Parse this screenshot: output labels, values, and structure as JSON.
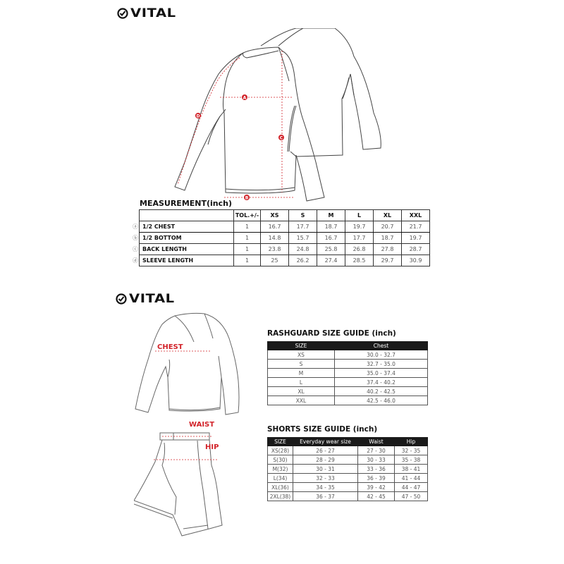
{
  "brand": {
    "name": "VITAL"
  },
  "colors": {
    "accent_red": "#d2232a",
    "header_bg": "#1a1a1a",
    "line": "#333333"
  },
  "diagram_top": {
    "markers": [
      "A",
      "B",
      "C",
      "D"
    ]
  },
  "measurement": {
    "title": "MEASUREMENT(inch)",
    "columns": [
      "",
      "TOL.+/-",
      "XS",
      "S",
      "M",
      "L",
      "XL",
      "XXL"
    ],
    "rows": [
      {
        "marker": "ⓐ",
        "label": "1/2 CHEST",
        "values": [
          "1",
          "16.7",
          "17.7",
          "18.7",
          "19.7",
          "20.7",
          "21.7"
        ]
      },
      {
        "marker": "ⓑ",
        "label": "1/2 BOTTOM",
        "values": [
          "1",
          "14.8",
          "15.7",
          "16.7",
          "17.7",
          "18.7",
          "19.7"
        ]
      },
      {
        "marker": "ⓒ",
        "label": "BACK LENGTH",
        "values": [
          "1",
          "23.8",
          "24.8",
          "25.8",
          "26.8",
          "27.8",
          "28.7"
        ]
      },
      {
        "marker": "ⓓ",
        "label": "SLEEVE LENGTH",
        "values": [
          "1",
          "25",
          "26.2",
          "27.4",
          "28.5",
          "29.7",
          "30.9"
        ]
      }
    ]
  },
  "diagram_bottom": {
    "labels": {
      "chest": "CHEST",
      "waist": "WAIST",
      "hip": "HIP"
    }
  },
  "rashguard_guide": {
    "title": "RASHGUARD SIZE GUIDE (inch)",
    "columns": [
      "SIZE",
      "Chest"
    ],
    "rows": [
      [
        "XS",
        "30.0 - 32.7"
      ],
      [
        "S",
        "32.7 - 35.0"
      ],
      [
        "M",
        "35.0 - 37.4"
      ],
      [
        "L",
        "37.4 - 40.2"
      ],
      [
        "XL",
        "40.2 - 42.5"
      ],
      [
        "XXL",
        "42.5 - 46.0"
      ]
    ]
  },
  "shorts_guide": {
    "title": "SHORTS SIZE GUIDE (inch)",
    "columns": [
      "SIZE",
      "Everyday wear size",
      "Waist",
      "Hip"
    ],
    "rows": [
      [
        "XS(28)",
        "26 - 27",
        "27 - 30",
        "32 - 35"
      ],
      [
        "S(30)",
        "28 - 29",
        "30 - 33",
        "35 - 38"
      ],
      [
        "M(32)",
        "30 - 31",
        "33 - 36",
        "38 - 41"
      ],
      [
        "L(34)",
        "32 - 33",
        "36 - 39",
        "41 - 44"
      ],
      [
        "XL(36)",
        "34 - 35",
        "39 - 42",
        "44 - 47"
      ],
      [
        "2XL(38)",
        "36 - 37",
        "42 - 45",
        "47 - 50"
      ]
    ]
  }
}
